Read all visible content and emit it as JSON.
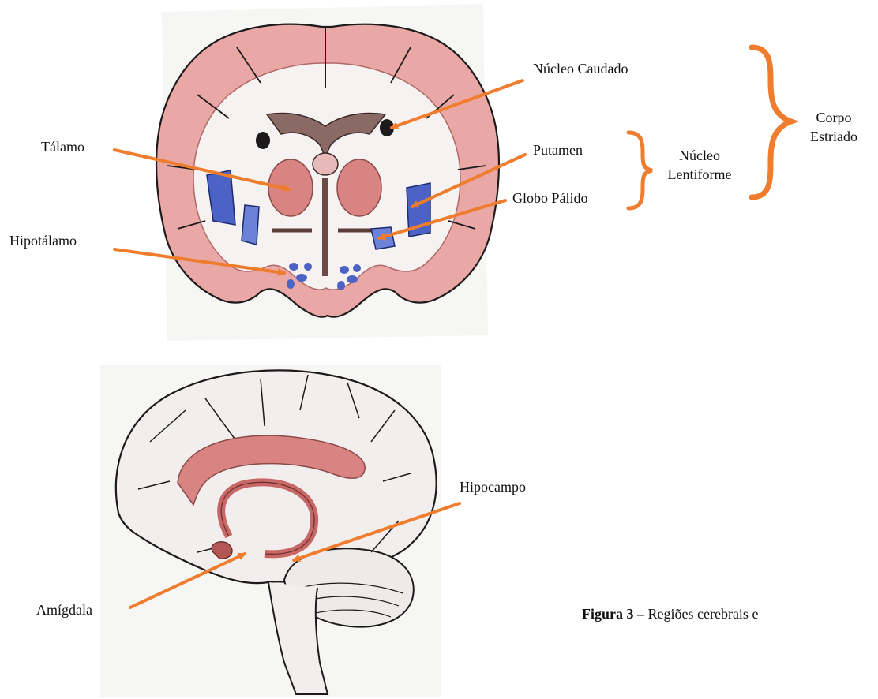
{
  "colors": {
    "arrow": "#ef7d2d",
    "cortex": "#e8a3a2",
    "red_structure": "#d98482",
    "blue_structure": "#4c62c4",
    "outline": "#1c1a1a",
    "paper": "#f7f7f5"
  },
  "coronal_labels": {
    "nucleo_caudado": "Núcleo Caudado",
    "talamo": "Tálamo",
    "putamen": "Putamen",
    "globo_palido": "Globo Pálido",
    "hipotalamo": "Hipotálamo",
    "nucleo_lentiforme_line1": "Núcleo",
    "nucleo_lentiforme_line2": "Lentiforme",
    "corpo_estriado_line1": "Corpo",
    "corpo_estriado_line2": "Estriado"
  },
  "sagittal_labels": {
    "hipocampo": "Hipocampo",
    "amigdala": "Amígdala"
  },
  "caption": {
    "prefix": "Figura 3 –",
    "text": " Regiões cerebrais e"
  }
}
